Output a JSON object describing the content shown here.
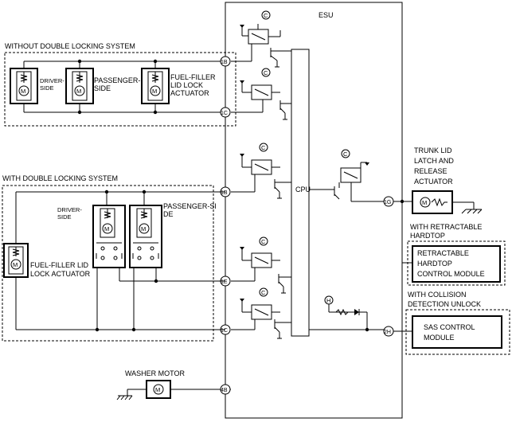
{
  "esu": {
    "label": "ESU",
    "cpu": "CPU"
  },
  "groups": {
    "without_dls": "WITHOUT DOUBLE LOCKING SYSTEM",
    "with_dls": "WITH DOUBLE LOCKING SYSTEM",
    "retractable": [
      "WITH RETRACTABLE",
      "HARDTOP"
    ],
    "collision": [
      "WITH COLLISION",
      "DETECTION UNLOCK"
    ]
  },
  "actuators_no_dls": {
    "driver": [
      "DRIVER-",
      "SIDE"
    ],
    "passenger": [
      "PASSENGER-",
      "SIDE"
    ],
    "fuel": [
      "FUEL-FILLER",
      "LID LOCK",
      "ACTUATOR"
    ]
  },
  "actuators_dls": {
    "driver": [
      "DRIVER-",
      "SIDE"
    ],
    "passenger": [
      "PASSENGER-SI",
      "DE"
    ],
    "fuel": [
      "FUEL-FILLER LID",
      "LOCK ACTUATOR"
    ]
  },
  "trunk": [
    "TRUNK LID",
    "LATCH AND",
    "RELEASE",
    "ACTUATOR"
  ],
  "retractable_module": [
    "RETRACTABLE",
    "HARDTOP",
    "CONTROL MODULE"
  ],
  "sas_module": [
    "SAS CONTROL",
    "MODULE"
  ],
  "washer": "WASHER MOTOR",
  "pins": {
    "p1b_top": "1B",
    "p1c_top": "1C",
    "p1b_mid": "1B",
    "p1g": "1G",
    "p1e": "1E",
    "p1c_bot": "1C",
    "p2h": "2H",
    "p4b": "4B"
  },
  "relay_marker": "C",
  "h_marker": "H",
  "motor_symbol": "M"
}
